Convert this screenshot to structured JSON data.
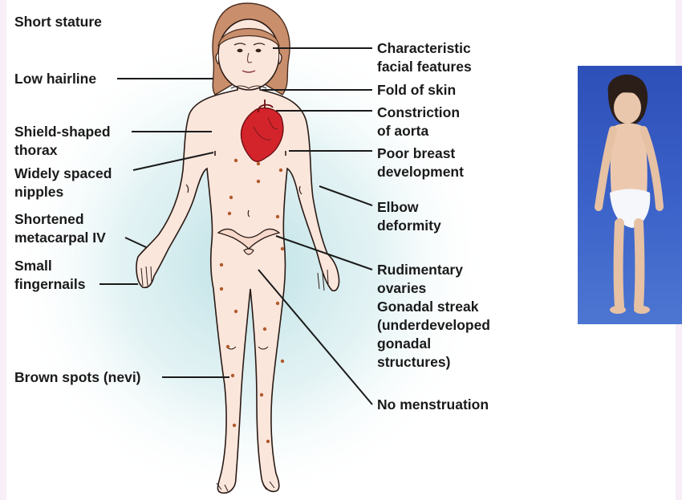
{
  "labels_left": {
    "short_stature": "Short stature",
    "low_hairline": "Low hairline",
    "shield_thorax": "Shield-shaped\nthorax",
    "nipples": "Widely spaced\nnipples",
    "metacarpal": "Shortened\nmetacarpal IV",
    "fingernails": "Small\nfingernails",
    "nevi": "Brown spots (nevi)"
  },
  "labels_right": {
    "facial": "Characteristic\nfacial features",
    "skin_fold": "Fold of skin",
    "aorta": "Constriction\nof aorta",
    "breast": "Poor breast\ndevelopment",
    "elbow": "Elbow\ndeformity",
    "ovaries": "Rudimentary\novaries\nGonadal streak\n(underdeveloped\ngonadal\nstructures)",
    "menstruation": "No menstruation"
  },
  "colors": {
    "skin": "#fbe6dc",
    "hair": "#c98e6c",
    "heart": "#d3242b",
    "nevi": "#b25a2b",
    "glow": "#cfe9ec",
    "line": "#1a1a1a"
  }
}
